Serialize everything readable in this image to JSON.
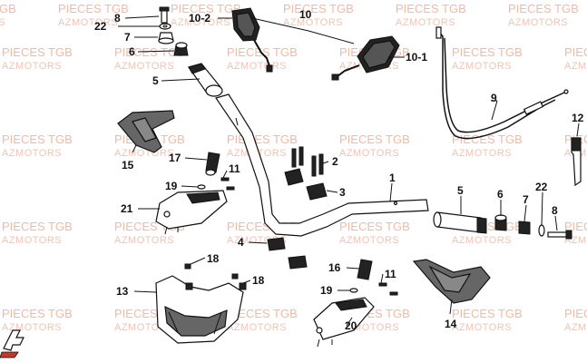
{
  "watermark": {
    "line1": "PIECES TGB",
    "line2": "AZMOTORS",
    "positions": [
      [
        2,
        62
      ],
      [
        126,
        62
      ],
      [
        250,
        62
      ],
      [
        374,
        62
      ],
      [
        498,
        62
      ],
      [
        622,
        62
      ],
      [
        2,
        158
      ],
      [
        126,
        158
      ],
      [
        250,
        158
      ],
      [
        374,
        158
      ],
      [
        498,
        158
      ],
      [
        622,
        158
      ],
      [
        2,
        254
      ],
      [
        126,
        254
      ],
      [
        250,
        254
      ],
      [
        374,
        254
      ],
      [
        498,
        254
      ],
      [
        622,
        254
      ],
      [
        2,
        350
      ],
      [
        126,
        350
      ],
      [
        250,
        350
      ],
      [
        374,
        350
      ],
      [
        498,
        350
      ],
      [
        622,
        350
      ],
      [
        -60,
        14
      ],
      [
        64,
        14
      ],
      [
        188,
        14
      ],
      [
        312,
        14
      ],
      [
        436,
        14
      ],
      [
        560,
        14
      ]
    ]
  },
  "callouts": [
    {
      "id": "c8a",
      "text": "8"
    },
    {
      "id": "c22a",
      "text": "22"
    },
    {
      "id": "c7a",
      "text": "7"
    },
    {
      "id": "c6a",
      "text": "6"
    },
    {
      "id": "c5a",
      "text": "5"
    },
    {
      "id": "c10-2",
      "text": "10-2"
    },
    {
      "id": "c10",
      "text": "10"
    },
    {
      "id": "c10-1",
      "text": "10-1"
    },
    {
      "id": "c9",
      "text": "9"
    },
    {
      "id": "c12",
      "text": "12"
    },
    {
      "id": "c15",
      "text": "15"
    },
    {
      "id": "c17",
      "text": "17"
    },
    {
      "id": "c11a",
      "text": "11"
    },
    {
      "id": "c19a",
      "text": "19"
    },
    {
      "id": "c21",
      "text": "21"
    },
    {
      "id": "c2",
      "text": "2"
    },
    {
      "id": "c3",
      "text": "3"
    },
    {
      "id": "c1",
      "text": "1"
    },
    {
      "id": "c5b",
      "text": "5"
    },
    {
      "id": "c6b",
      "text": "6"
    },
    {
      "id": "c7b",
      "text": "7"
    },
    {
      "id": "c22b",
      "text": "22"
    },
    {
      "id": "c8b",
      "text": "8"
    },
    {
      "id": "c4",
      "text": "4"
    },
    {
      "id": "c18a",
      "text": "18"
    },
    {
      "id": "c13",
      "text": "13"
    },
    {
      "id": "c18b",
      "text": "18"
    },
    {
      "id": "c16",
      "text": "16"
    },
    {
      "id": "c11b",
      "text": "11"
    },
    {
      "id": "c19b",
      "text": "19"
    },
    {
      "id": "c20",
      "text": "20"
    },
    {
      "id": "c14",
      "text": "14"
    }
  ]
}
